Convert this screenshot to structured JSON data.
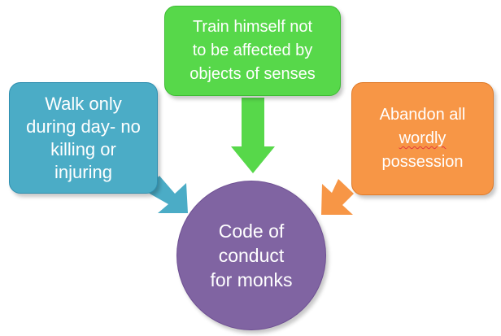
{
  "diagram": {
    "center": {
      "label": "Code of\nconduct\nfor monks",
      "color": "#8064a2"
    },
    "nodes": [
      {
        "id": "left",
        "label": "Walk only\nduring day- no\nkilling or\ninjuring",
        "color": "#4bacc6"
      },
      {
        "id": "top",
        "label": "Train himself not\nto be affected by\nobjects of senses",
        "color": "#57d84a"
      },
      {
        "id": "right",
        "label_line1": "Abandon all",
        "label_line2": "wordly",
        "label_line3": "possession",
        "color": "#f79646"
      }
    ]
  }
}
